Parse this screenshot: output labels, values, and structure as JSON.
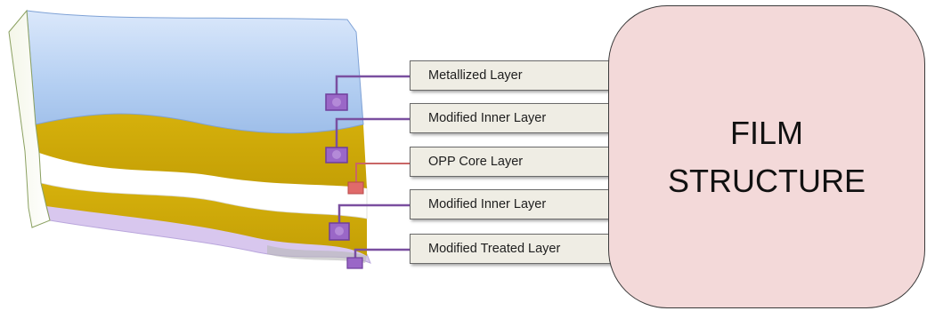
{
  "layers": [
    {
      "label": "Metallized Layer",
      "color": "#a9c7ee"
    },
    {
      "label": "Modified Inner Layer",
      "color": "#cfaa0a"
    },
    {
      "label": "OPP Core Layer",
      "color": "#ffffff"
    },
    {
      "label": "Modified Inner Layer",
      "color": "#cfaa0a"
    },
    {
      "label": "Modified Treated Layer",
      "color": "#d8c7ee"
    }
  ],
  "title": {
    "line1": "FILM",
    "line2": "STRUCTURE",
    "background": "#f3d9d9"
  },
  "connector_color": "#7a4fa0",
  "marker_color": "#9a67c7",
  "marker_core_color": "#e06a6a"
}
